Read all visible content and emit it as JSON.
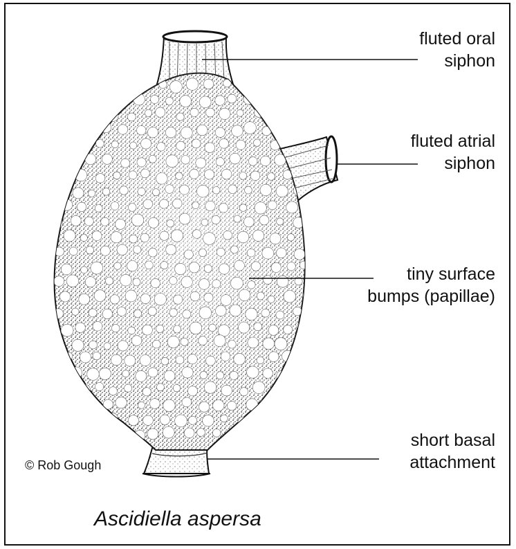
{
  "labels": {
    "oral_siphon": [
      "fluted oral",
      "siphon"
    ],
    "atrial_siphon": [
      "fluted atrial",
      "siphon"
    ],
    "papillae": [
      "tiny surface",
      "bumps (papillae)"
    ],
    "basal": [
      "short basal",
      "attachment"
    ]
  },
  "credit": "© Rob Gough",
  "species": "Ascidiella aspersa",
  "colors": {
    "ink": "#111111",
    "body_fill": "#8a8a8a",
    "bump_fill": "#ffffff"
  }
}
